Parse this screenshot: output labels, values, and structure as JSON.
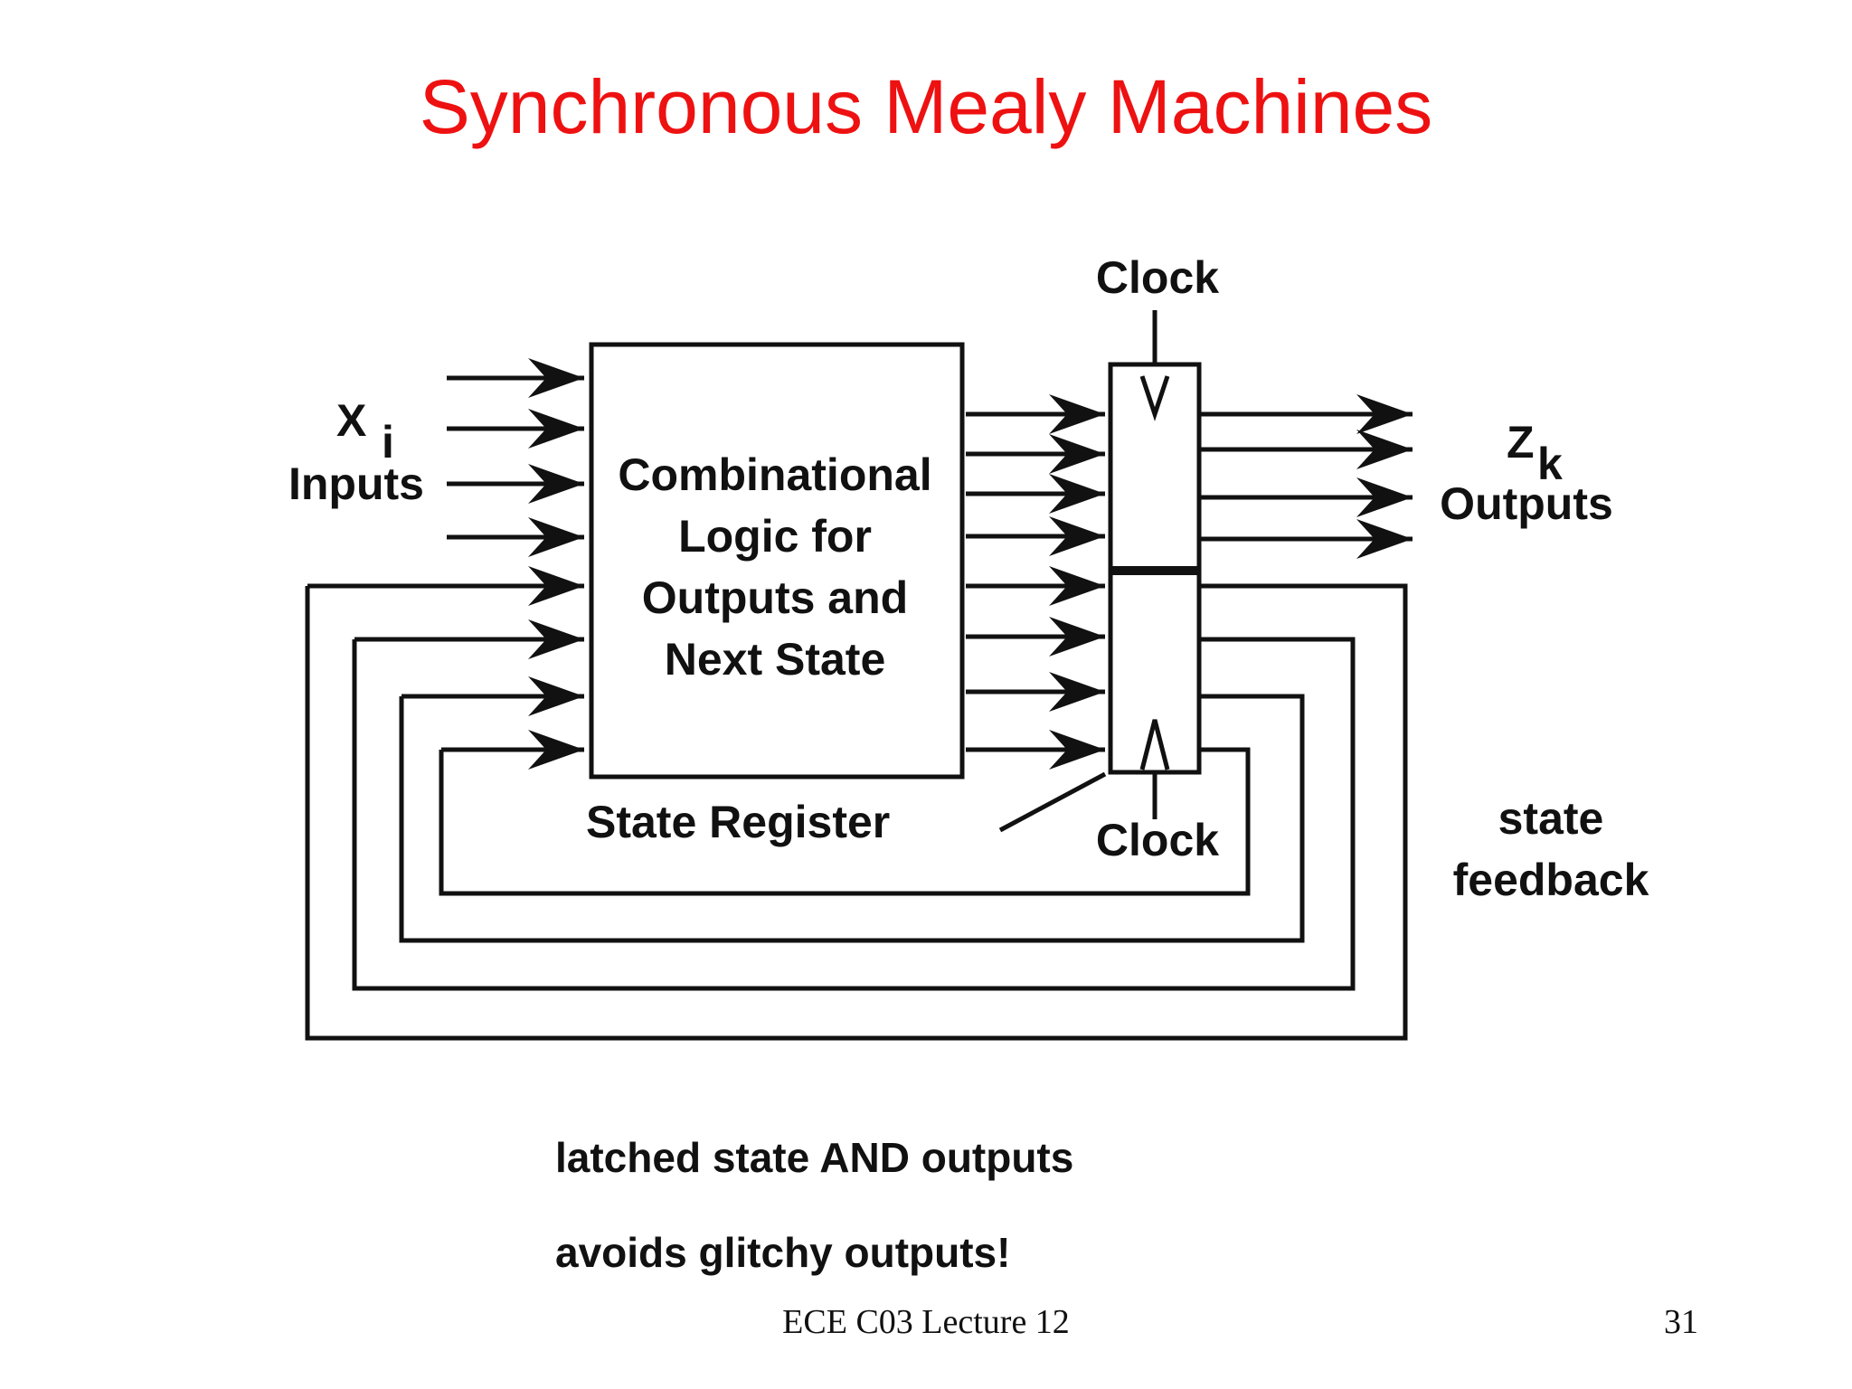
{
  "slide": {
    "title": "Synchronous Mealy Machines",
    "footer_center": "ECE C03 Lecture 12",
    "page_number": "31"
  },
  "diagram": {
    "inputs_symbol": "X",
    "inputs_subscript": "i",
    "inputs_label": "Inputs",
    "logic_block_lines": [
      "Combinational",
      "Logic for",
      "Outputs and",
      "Next State"
    ],
    "clock_top_label": "Clock",
    "clock_bottom_label": "Clock",
    "state_register_label": "State Register",
    "outputs_symbol": "Z",
    "outputs_subscript": "k",
    "outputs_label": "Outputs",
    "feedback_label_line1": "state",
    "feedback_label_line2": "feedback"
  },
  "notes": {
    "line1": "latched state AND outputs",
    "line2": "avoids glitchy outputs!"
  }
}
